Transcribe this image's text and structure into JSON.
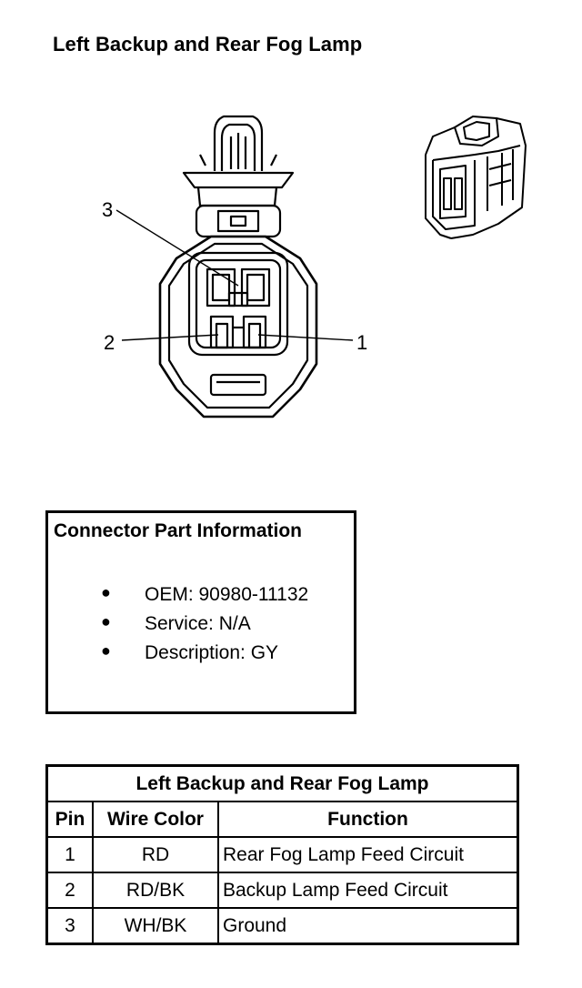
{
  "title": "Left Backup and Rear Fog Lamp",
  "callouts": [
    "3",
    "2",
    "1"
  ],
  "connector_info": {
    "heading": "Connector Part Information",
    "items": [
      {
        "text": "OEM: 90980-11132"
      },
      {
        "text": "Service: N/A"
      },
      {
        "text": "Description: GY"
      }
    ]
  },
  "pin_table": {
    "caption": "Left Backup and Rear Fog Lamp",
    "headers": [
      "Pin",
      "Wire Color",
      "Function"
    ],
    "rows": [
      {
        "pin": "1",
        "color": "RD",
        "function": "Rear Fog Lamp Feed Circuit"
      },
      {
        "pin": "2",
        "color": "RD/BK",
        "function": "Backup Lamp Feed Circuit"
      },
      {
        "pin": "3",
        "color": "WH/BK",
        "function": "Ground"
      }
    ]
  }
}
